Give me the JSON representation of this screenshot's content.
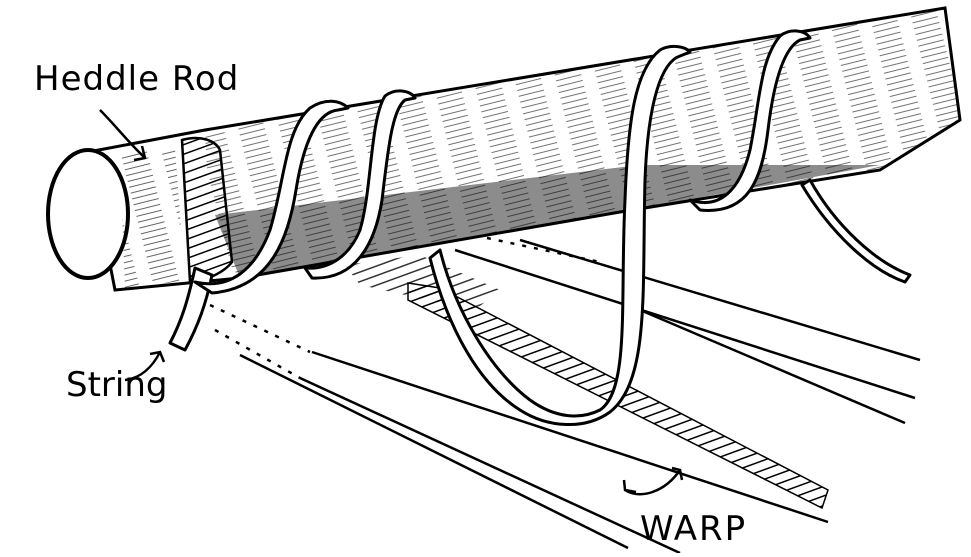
{
  "labels": {
    "heddle_rod": "Heddle Rod",
    "string": "String",
    "warp": "WARP"
  },
  "colors": {
    "ink": "#000000",
    "paper": "#ffffff"
  }
}
